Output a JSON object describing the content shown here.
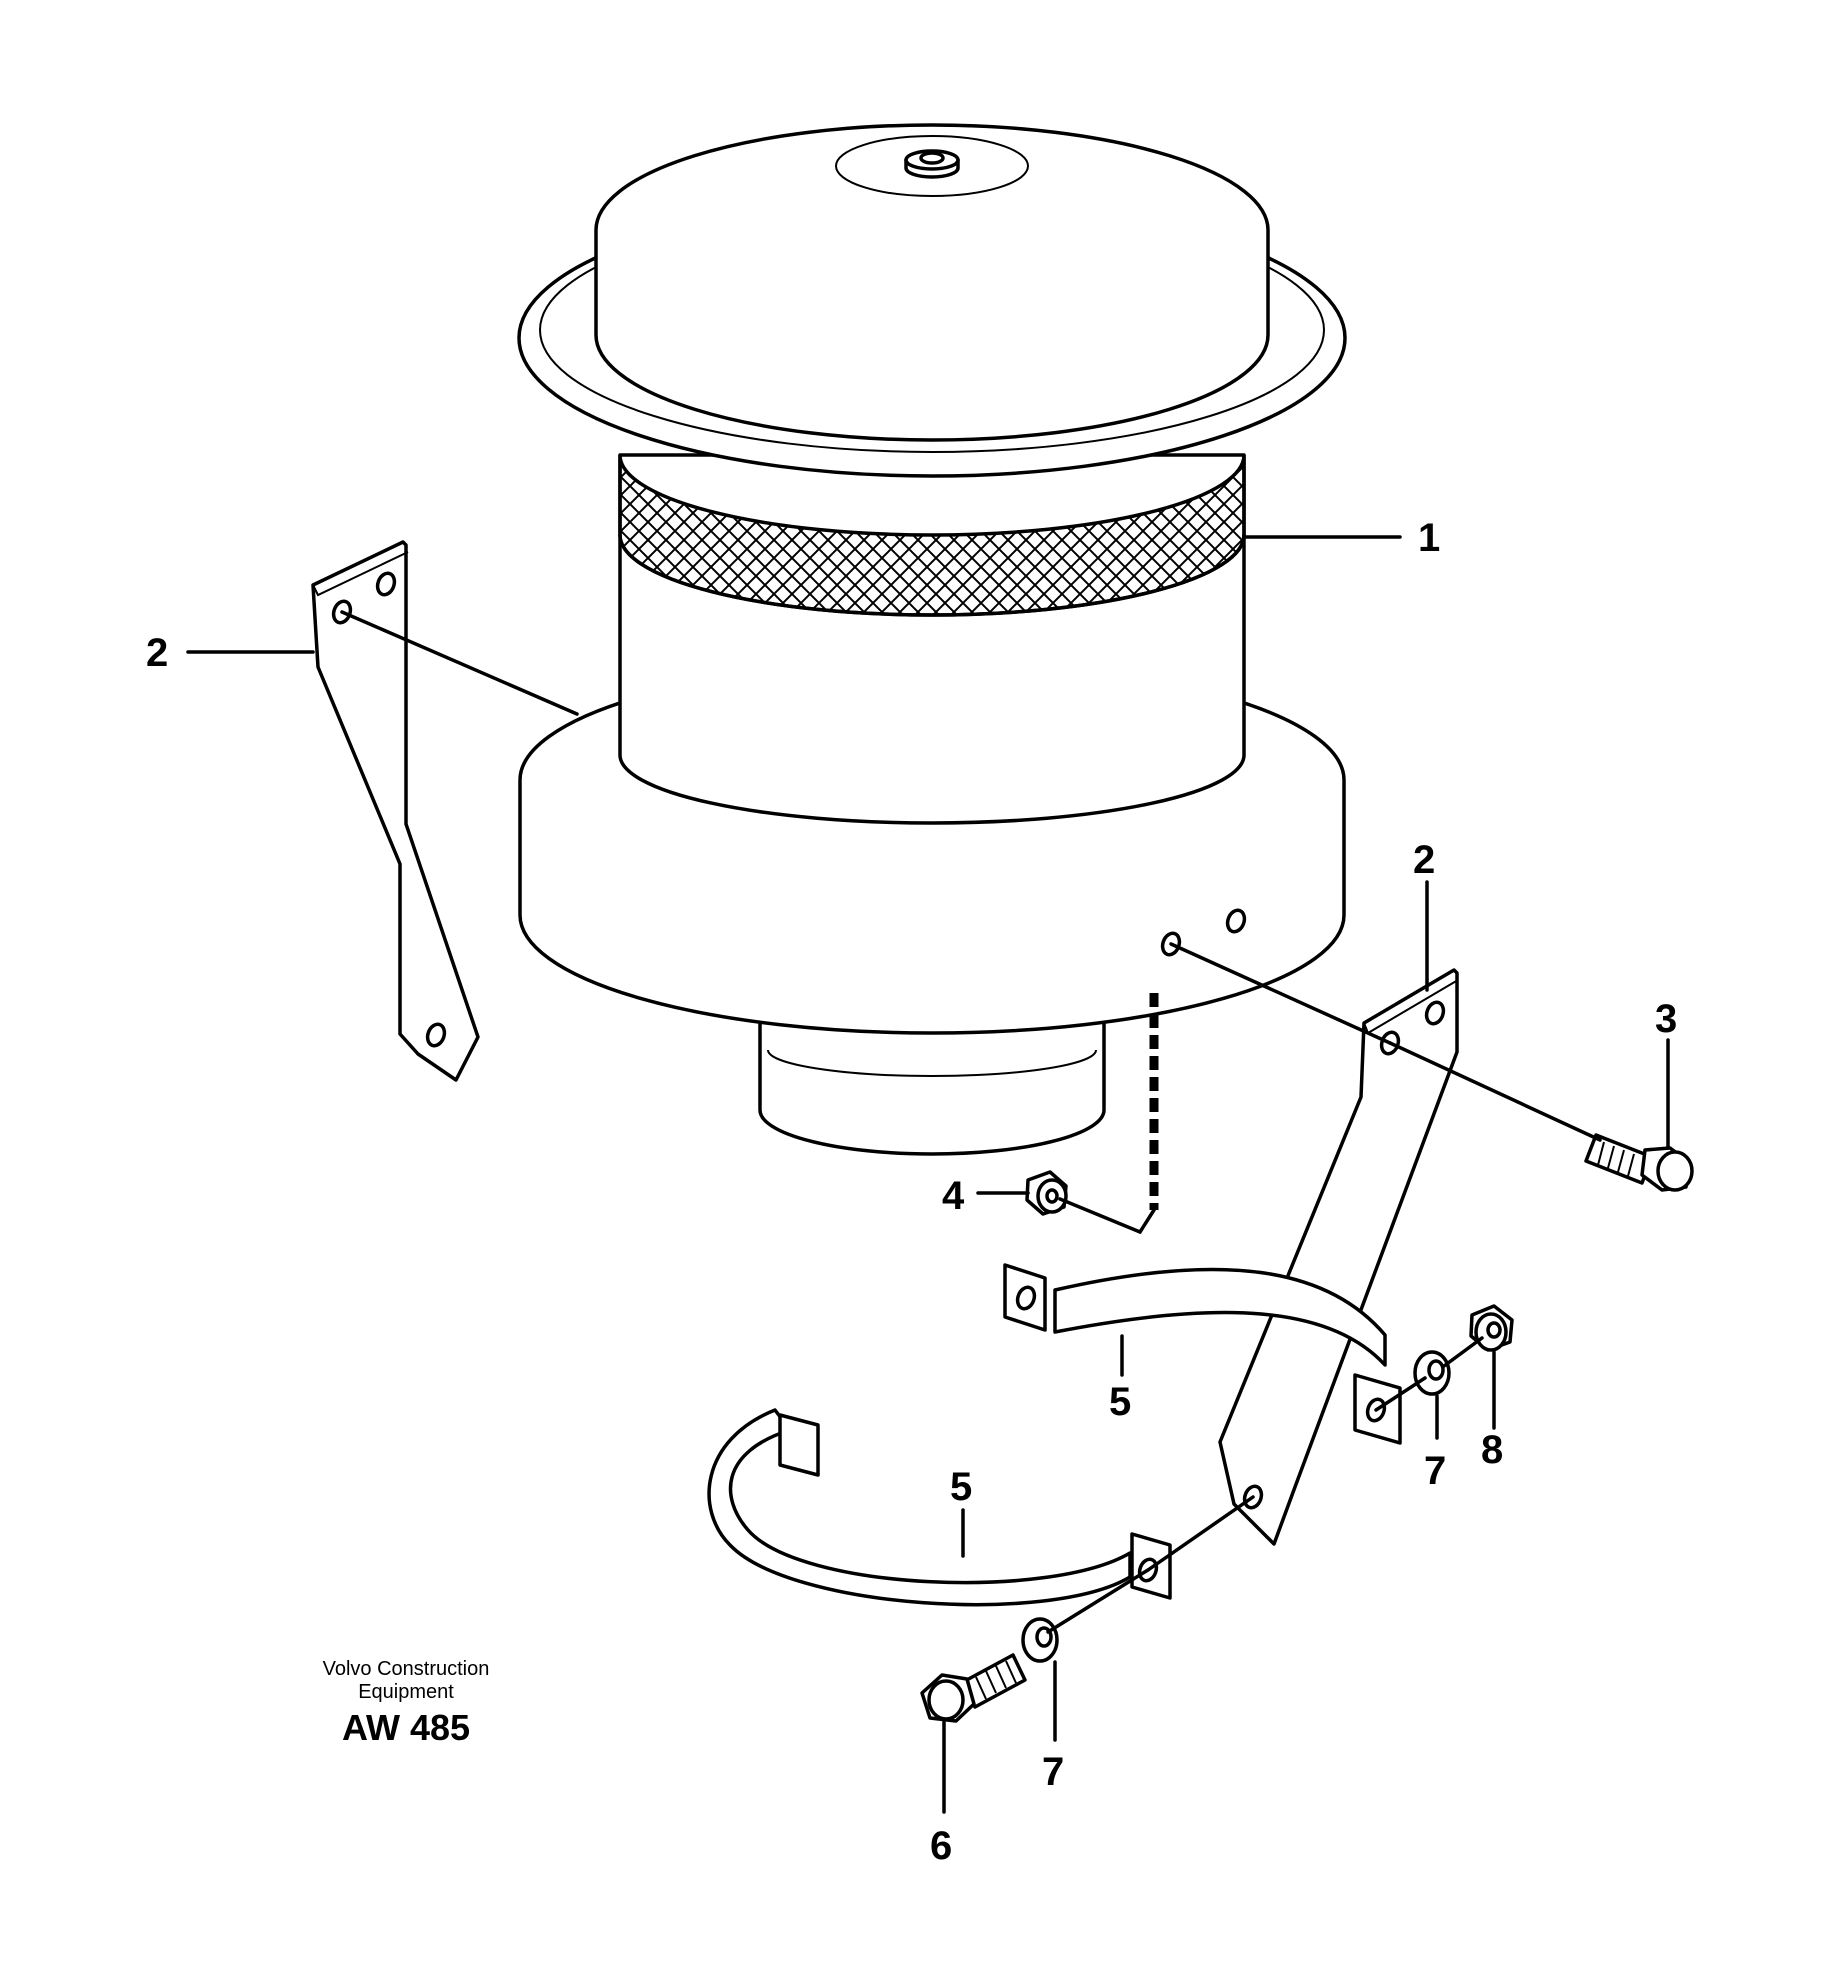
{
  "callouts": {
    "p1": "1",
    "p2_left": "2",
    "p2_right": "2",
    "p3": "3",
    "p4": "4",
    "p5_upper": "5",
    "p5_lower": "5",
    "p6": "6",
    "p7_right": "7",
    "p7_lower": "7",
    "p8": "8"
  },
  "brand": {
    "line1": "Volvo Construction",
    "line2": "Equipment",
    "code": "AW 485"
  }
}
